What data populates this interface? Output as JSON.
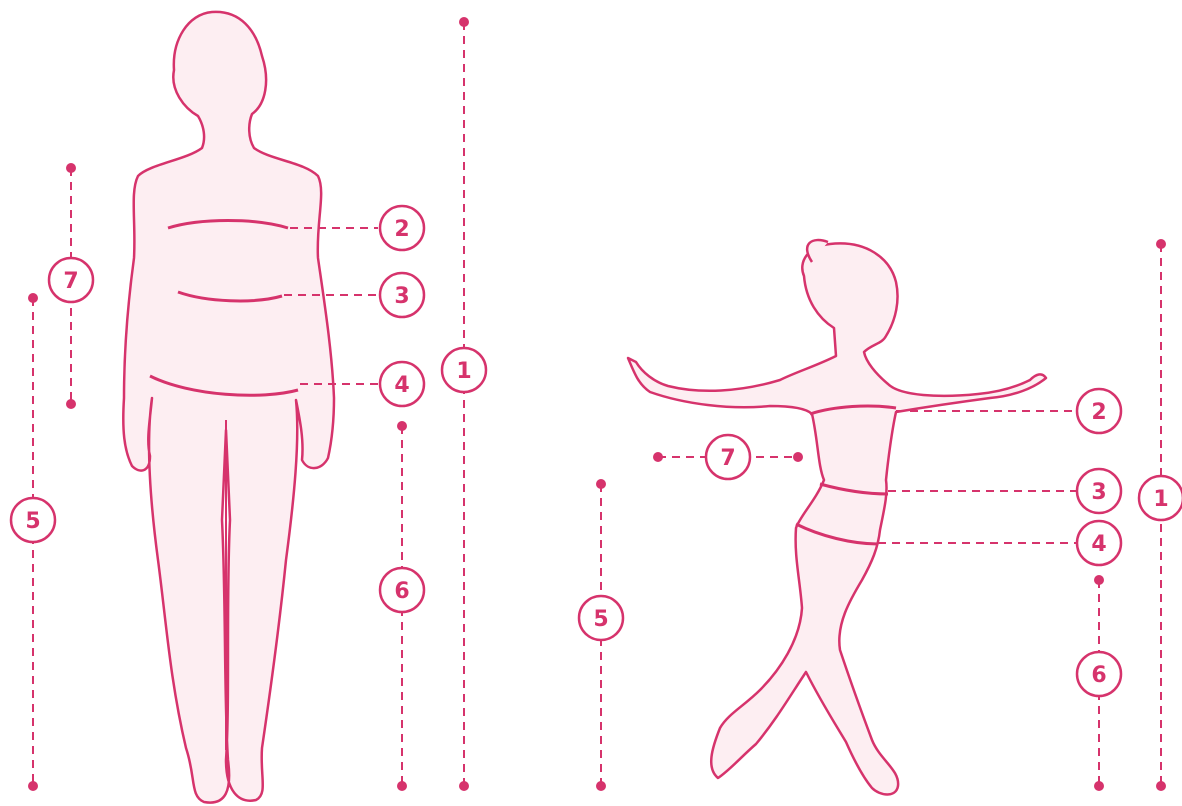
{
  "colors": {
    "stroke": "#d6336c",
    "fill": "#fdeef2"
  },
  "figures": [
    {
      "name": "standing-figure",
      "labels": {
        "m1": "1",
        "m2": "2",
        "m3": "3",
        "m4": "4",
        "m5": "5",
        "m6": "6",
        "m7": "7"
      }
    },
    {
      "name": "dancing-figure",
      "labels": {
        "m1": "1",
        "m2": "2",
        "m3": "3",
        "m4": "4",
        "m5": "5",
        "m6": "6",
        "m7": "7"
      }
    }
  ]
}
